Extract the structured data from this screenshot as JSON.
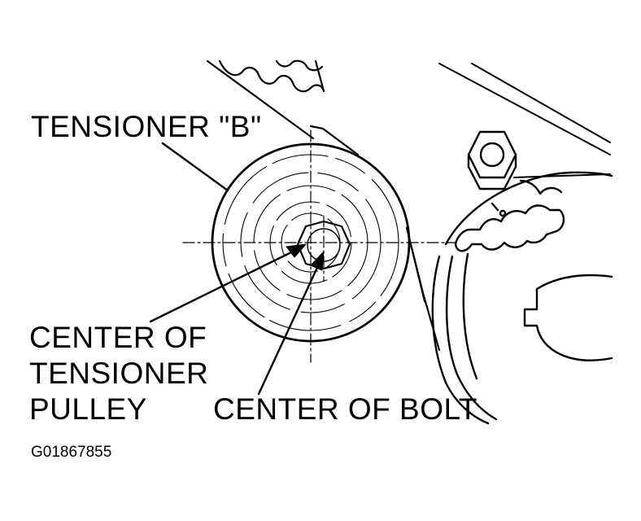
{
  "labels": {
    "tensioner_b": "TENSIONER \"B\"",
    "center_pulley_line1": "CENTER OF",
    "center_pulley_line2": "TENSIONER",
    "center_pulley_line3": "PULLEY",
    "center_bolt": "CENTER OF BOLT"
  },
  "figure_id": "G01867855",
  "colors": {
    "line": "#000000",
    "background": "#ffffff"
  }
}
